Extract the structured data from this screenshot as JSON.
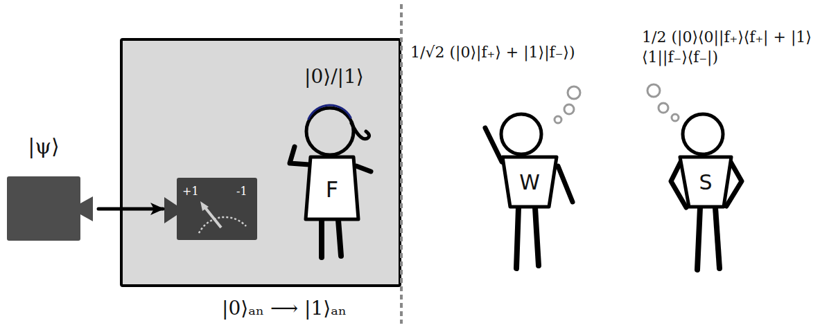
{
  "diagram": {
    "nodes": [
      {
        "text": [
          "|ψ⟩"
        ]
      },
      {
        "text": [
          "|0⟩/|1⟩"
        ]
      },
      {
        "text": [
          "+1",
          "-1"
        ],
        "in": 1
      },
      {
        "text": [
          "F"
        ],
        "in": 1
      },
      {
        "text": [
          "W"
        ]
      },
      {
        "text": [
          "S"
        ]
      }
    ],
    "edges": [
      {
        "from": 0,
        "to": 2,
        "arrow": "to"
      }
    ],
    "labels": [
      "1/√2 (|0⟩|f₊⟩ + |1⟩|f₋⟩)",
      "1/2 (|0⟩⟨0||f₊⟩⟨f₊| + |1⟩⟨1||f₋⟩⟨f₋|)",
      "|0⟩ₐₙ ⟶ |1⟩ₐₙ"
    ]
  }
}
